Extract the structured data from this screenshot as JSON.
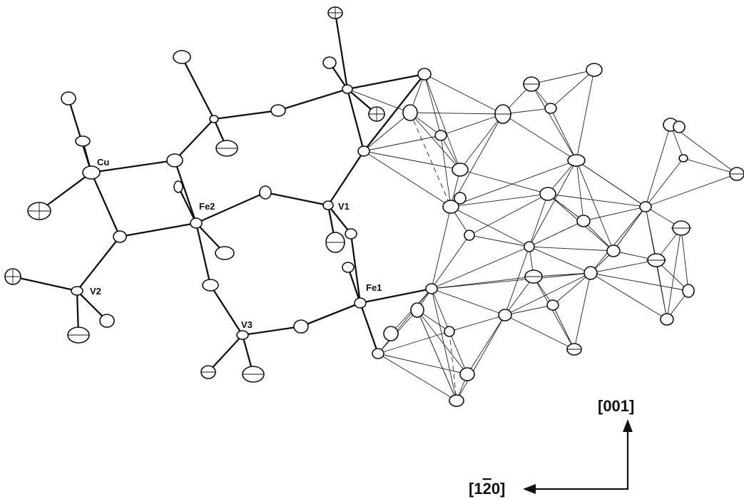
{
  "labels": {
    "cu": "Cu",
    "fe2": "Fe2",
    "v1": "V1",
    "v2": "V2",
    "fe1": "Fe1",
    "v3": "V3"
  },
  "axes": {
    "vertical_label": "[001]",
    "horizontal_label_pre": "[1",
    "horizontal_label_bar": "2",
    "horizontal_label_post": "0]"
  }
}
